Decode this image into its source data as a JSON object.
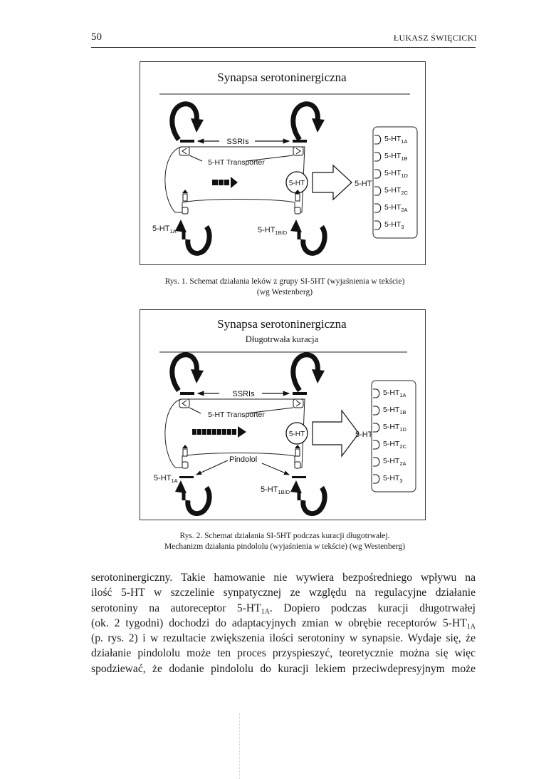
{
  "header": {
    "page_number": "50",
    "running_head": "ŁUKASZ ŚWIĘCICKI"
  },
  "figure1": {
    "title": "Synapsa serotoninergiczna",
    "ssris_label": "SSRIs",
    "transporter_label": "5-HT Transporter",
    "neurotransmitter": "5-HT",
    "autoreceptor_left": {
      "base": "5-HT",
      "sub": "1A"
    },
    "autoreceptor_right": {
      "base": "5-HT",
      "sub": "1B/D"
    },
    "receptors": [
      {
        "base": "5-HT",
        "sub": "1A"
      },
      {
        "base": "5-HT",
        "sub": "1B"
      },
      {
        "base": "5-HT",
        "sub": "1D"
      },
      {
        "base": "5-HT",
        "sub": "2C"
      },
      {
        "base": "5-HT",
        "sub": "2A"
      },
      {
        "base": "5-HT",
        "sub": "3"
      }
    ],
    "caption_line1": "Rys. 1. Schemat działania leków z grupy SI-5HT (wyjaśnienia w tekście)",
    "caption_line2": "(wg Westenberg)"
  },
  "figure2": {
    "title": "Synapsa serotoninergiczna",
    "subtitle": "Długotrwała kuracja",
    "ssris_label": "SSRIs",
    "transporter_label": "5-HT Transporter",
    "pindolol_label": "Pindolol",
    "neurotransmitter": "5-HT",
    "autoreceptor_left": {
      "base": "5-HT",
      "sub": "1A"
    },
    "autoreceptor_right": {
      "base": "5-HT",
      "sub": "1B/D"
    },
    "receptors": [
      {
        "base": "5-HT",
        "sub": "1A"
      },
      {
        "base": "5-HT",
        "sub": "1B"
      },
      {
        "base": "5-HT",
        "sub": "1D"
      },
      {
        "base": "5-HT",
        "sub": "2C"
      },
      {
        "base": "5-HT",
        "sub": "2A"
      },
      {
        "base": "5-HT",
        "sub": "3"
      }
    ],
    "caption_line1": "Rys. 2. Schemat działania SI-5HT podczas kuracji długotrwałej.",
    "caption_line2": "Mechanizm działania pindololu (wyjaśnienia w tekście) (wg Westenberg)"
  },
  "body": {
    "line1": "serotoninergiczny. Takie hamowanie nie wywiera bezpośredniego wpływu na",
    "line2": "ilość 5-HT w szczelinie synpatycznej ze względu na regulacyjne działanie",
    "line3_pre": "serotoniny na autoreceptor 5-HT",
    "line3_sub": "1A",
    "line3_post": ". Dopiero podczas kuracji długotrwałej",
    "line4_pre": "(ok. 2 tygodni) dochodzi do adaptacyjnych zmian w obrębie receptorów 5-HT",
    "line4_sub": "1A",
    "line5": "(p. rys. 2) i w rezultacie zwiększenia ilości serotoniny w synapsie. Wydaje się, że",
    "line6": "działanie pindololu może ten proces przyspieszyć, teoretycznie można się więc",
    "line7": "spodziewać, że dodanie pindololu do kuracji lekiem przeciwdepresyjnym może"
  }
}
